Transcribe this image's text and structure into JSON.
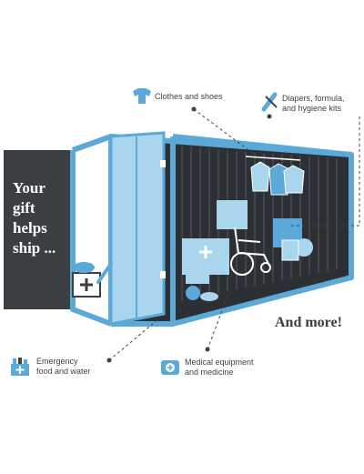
{
  "headline": {
    "line1": "Your",
    "line2": "gift",
    "line3": "helps",
    "line4": "ship ..."
  },
  "items": {
    "clothes": {
      "label": "Clothes and shoes",
      "icon": "tshirt-icon"
    },
    "diapers": {
      "line1": "Diapers, formula,",
      "line2": "and hygiene kits",
      "icon": "baby-bottle-icon"
    },
    "food": {
      "line1": "Emergency",
      "line2": "food and water",
      "icon": "food-kit-icon"
    },
    "medical": {
      "line1": "Medical equipment",
      "line2": "and medicine",
      "icon": "medical-bag-icon"
    }
  },
  "more": "And more!",
  "colors": {
    "container_blue": "#5aa9d8",
    "light_blue": "#a9d6ee",
    "dark_panel": "#3b3f43",
    "interior": "#2c3035",
    "text": "#3f4347"
  }
}
